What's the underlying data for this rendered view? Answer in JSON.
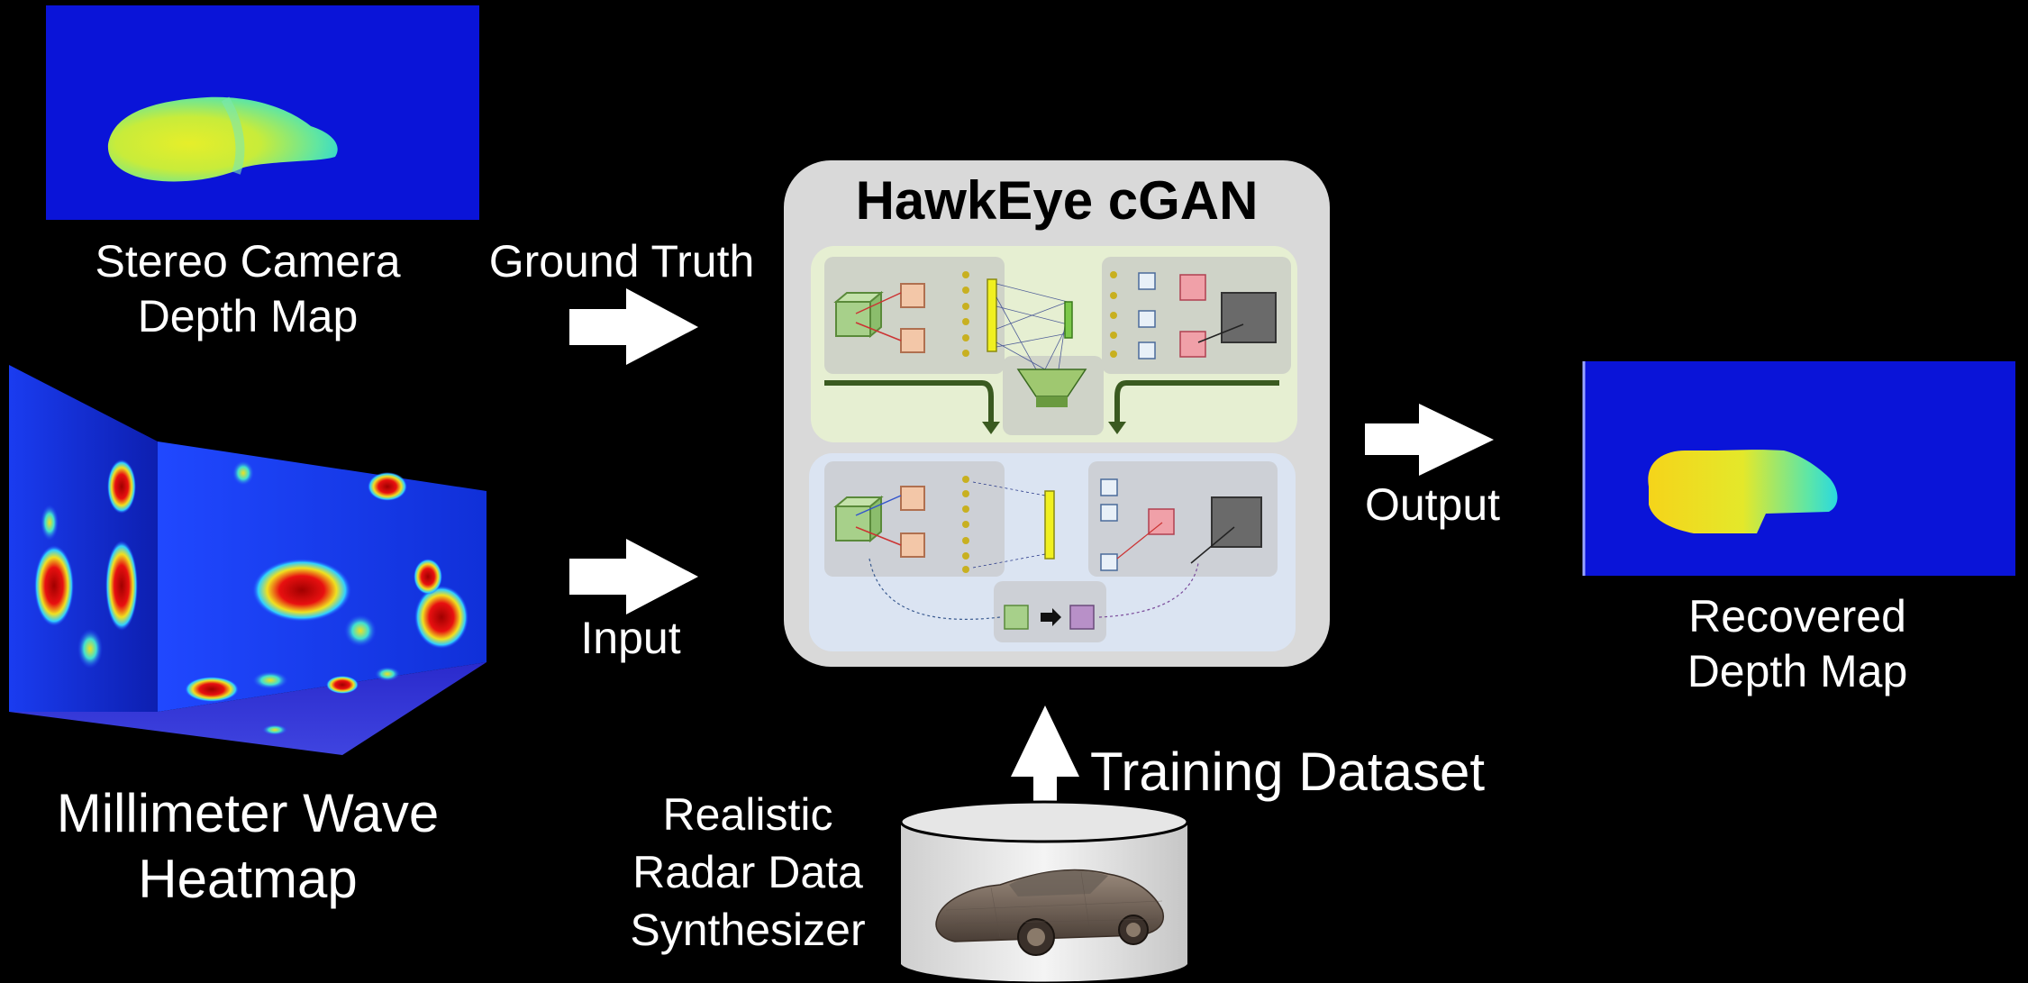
{
  "stereo": {
    "label_line1": "Stereo Camera",
    "label_line2": "Depth Map"
  },
  "mmwave": {
    "label_line1": "Millimeter Wave",
    "label_line2": "Heatmap"
  },
  "arrows": {
    "ground_truth": "Ground Truth",
    "input": "Input",
    "output": "Output",
    "training": "Training Dataset"
  },
  "cgan": {
    "title": "HawkEye cGAN"
  },
  "synth": {
    "line1": "Realistic",
    "line2": "Radar Data",
    "line3": "Synthesizer"
  },
  "recovered": {
    "label_line1": "Recovered",
    "label_line2": "Depth Map"
  },
  "colors": {
    "background": "#000000",
    "depth_bg": "#0a14d8",
    "gan_panel": "#d9d9d9",
    "generator_bg": "#e6efd2",
    "discriminator_bg": "#dbe4f2",
    "arrow": "#ffffff"
  }
}
